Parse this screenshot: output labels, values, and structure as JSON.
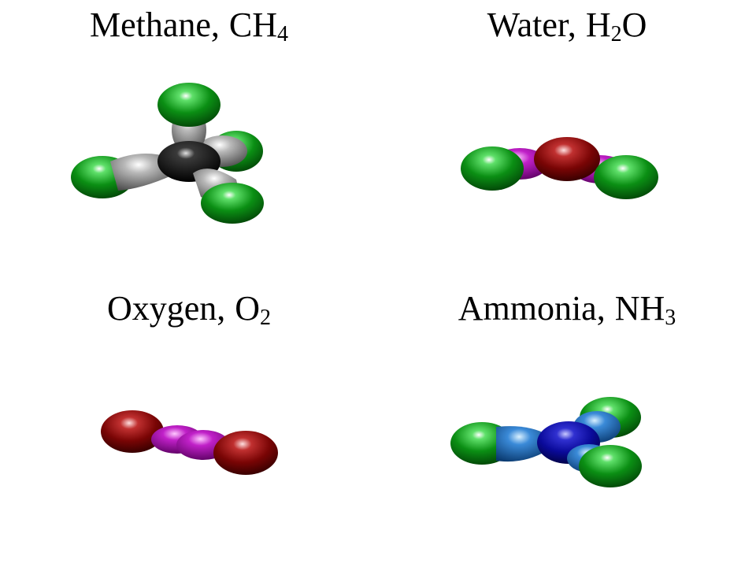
{
  "panels": [
    {
      "id": "methane",
      "name": "Methane,",
      "formula": "CH",
      "subscript": "4",
      "suffix": ""
    },
    {
      "id": "water",
      "name": "Water,",
      "formula": "H",
      "subscript": "2",
      "suffix": "O"
    },
    {
      "id": "oxygen",
      "name": "Oxygen,",
      "formula": "O",
      "subscript": "2",
      "suffix": ""
    },
    {
      "id": "ammonia",
      "name": "Ammonia,",
      "formula": "NH",
      "subscript": "3",
      "suffix": ""
    }
  ],
  "colors": {
    "hydrogen_atom": "#0b8f14",
    "carbon_atom": "#050505",
    "oxygen_atom": "#7a0505",
    "nitrogen_atom": "#0a0a9a",
    "ch_bond": "#8a8a8a",
    "oh_bond": "#a000b0",
    "oo_bond": "#c020c8",
    "nh_bond": "#2a7ad0"
  }
}
